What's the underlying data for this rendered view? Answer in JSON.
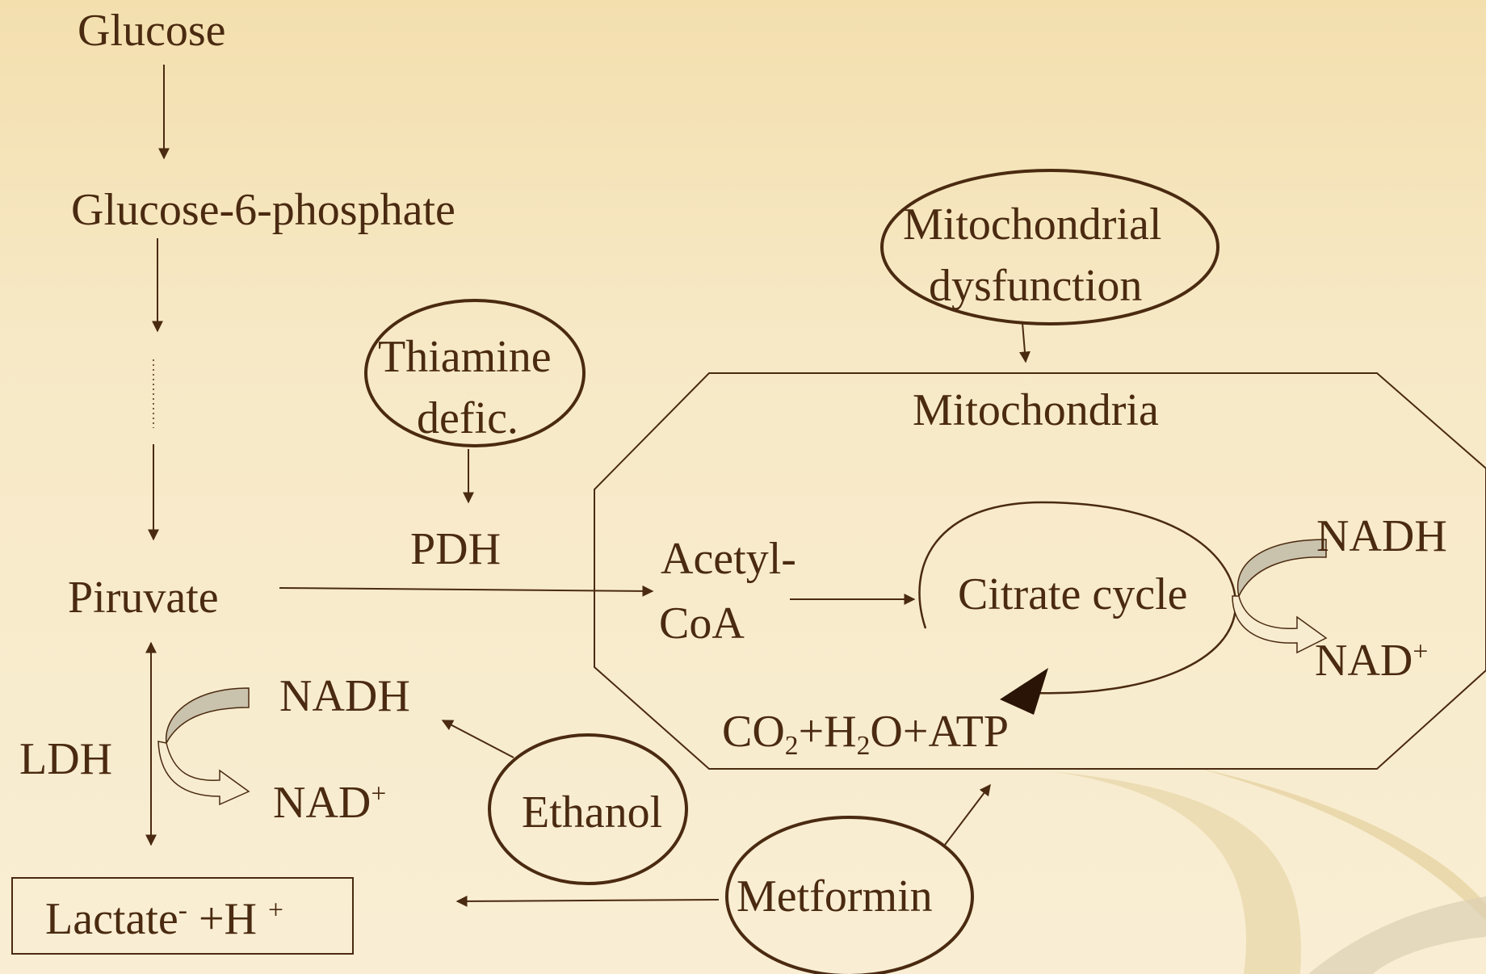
{
  "labels": {
    "glucose": "Glucose",
    "g6p": "Glucose-6-phosphate",
    "piruvate": "Piruvate",
    "ldh": "LDH",
    "nadh_left": "NADH",
    "nad_left": "NAD",
    "lactate": "Lactate",
    "h_plus": " +H ",
    "thiamine_line1": "Thiamine",
    "thiamine_line2": "defic.",
    "pdh": "PDH",
    "mito_dys_line1": "Mitochondrial",
    "mito_dys_line2": "dysfunction",
    "mitochondria": "Mitochondria",
    "acetyl_line1": "Acetyl-",
    "acetyl_line2": "CoA",
    "citrate": "Citrate cycle",
    "nadh_right": "NADH",
    "nad_right": "NAD",
    "co2": "CO",
    "co2_sub": "2",
    "h2o_pre": "+H",
    "h2o_sub": "2",
    "h2o_post": "O+ATP",
    "ethanol": "Ethanol",
    "metformin": "Metformin",
    "plus_sign": "+",
    "minus_sign": "-"
  },
  "colors": {
    "ink": "#4a2a10",
    "background_top": "#f3dfae",
    "background_bottom": "#f9eed4",
    "swoosh_fill": "#c9c2ad"
  }
}
